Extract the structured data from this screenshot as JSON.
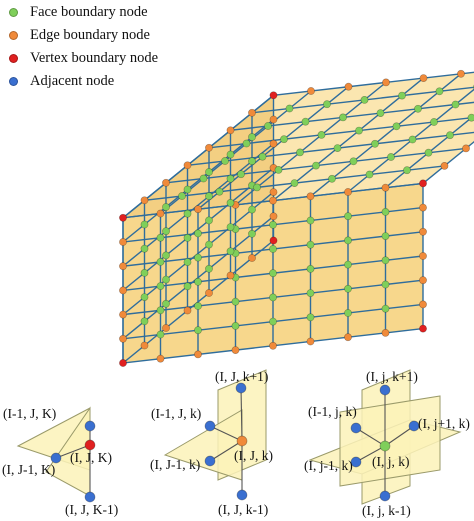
{
  "legend": {
    "items": [
      {
        "label": "Face boundary node",
        "color": "#7fcf5a"
      },
      {
        "label": "Edge boundary node",
        "color": "#f08a3a"
      },
      {
        "label": "Vertex boundary node",
        "color": "#e02020"
      },
      {
        "label": "Adjacent node",
        "color": "#3a6fd0"
      }
    ]
  },
  "colors": {
    "grid_line": "#2f6d9c",
    "front_face": "#f7d78c",
    "top_face": "#fbe6b0",
    "side_face": "#f3cf82",
    "panel_fill": "#fbf2b8"
  },
  "stencils": {
    "vertex": {
      "labels": [
        "(I-1, J, K)",
        "(I, J-1, K)",
        "(I, J, K)",
        "(I, J, K-1)"
      ]
    },
    "edge": {
      "labels": [
        "(I, J, k+1)",
        "(I-1, J, k)",
        "(I, J-1, k)",
        "(I, J, k)",
        "(I, J, k-1)"
      ]
    },
    "face": {
      "labels": [
        "(I, j, k+1)",
        "(I-1, j, k)",
        "(I, j-1, k)",
        "(I, j, k)",
        "(I, j, k-1)",
        "(I, j+1, k)"
      ]
    }
  }
}
